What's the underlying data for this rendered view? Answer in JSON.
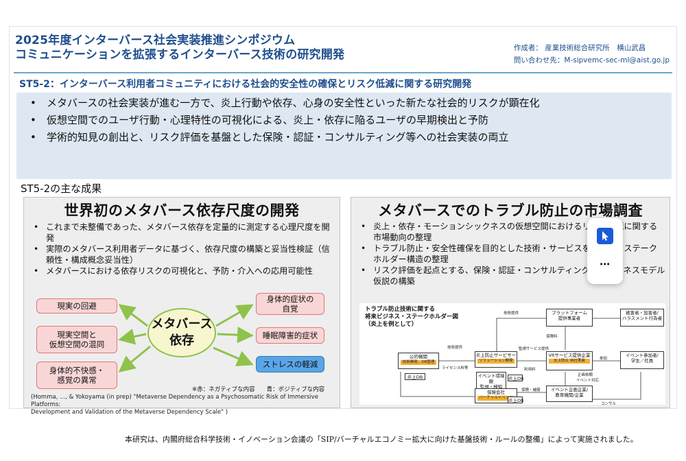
{
  "header": {
    "title_line1": "2025年度インターバース社会実装推進シンポジウム",
    "title_line2": "コミュニケーションを拡張するインターバース技術の研究開発",
    "author": "作成者： 産業技術総合研究所　横山武昌",
    "contact": "問い合わせ先：M-sipvemc-sec-ml@aist.go.jp"
  },
  "section": {
    "title": "ST5-2：インターバース利用者コミュニティにおける社会的安全性の確保とリスク低減に関する研究開発",
    "bullets": [
      "メタバースの社会実装が進む一方で、炎上行動や依存、心身の安全性といった新たな社会的リスクが顕在化",
      "仮想空間でのユーザ行動・心理特性の可視化による、炎上・依存に陥るユーザの早期検出と予防",
      "学術的知見の創出と、リスク評価を基盤とした保険・認証・コンサルティング等への社会実装の両立"
    ]
  },
  "results_heading": "ST5-2の主な成果",
  "left_panel": {
    "title": "世界初のメタバース依存尺度の開発",
    "bullets": [
      "これまで未整備であった、メタバース依存を定量的に測定する心理尺度を開発",
      "実際のメタバース利用者データに基づく、依存尺度の構築と妥当性検証（信頼性・構成概念妥当性）",
      "メタバースにおける依存リスクの可視化と、予防・介入への応用可能性"
    ],
    "center_line1": "メタバース",
    "center_line2": "依存",
    "nodes_left": [
      "現実の回避",
      "現実空間と\n仮想空間の混同",
      "身体的不快感・\n感覚の異常"
    ],
    "nodes_right": [
      "身体的症状の\n自覚",
      "睡眠障害的症状",
      "ストレスの軽減"
    ],
    "legend": "※赤：ネガティブな内容　　青：ポジティブな内容",
    "citation_line1": "(Homma, ..., & Yokoyama (in prep) \"Metaverse Dependency as a Psychosomatic Risk of Immersive Platforms:",
    "citation_line2": "Development and Validation of the Metaverse Dependency Scale\" )",
    "colors": {
      "negative_fill": "#f9d6d6",
      "positive_fill": "#5aa5e6",
      "center_fill": "#f7f6cf"
    }
  },
  "right_panel": {
    "title": "メタバースでのトラブル防止の市場調査",
    "bullets": [
      "炎上・依存・モーションシックネスの仮想空間におけるリスク課題に関する市場動向の整理",
      "トラブル防止・安全性確保を目的とした技術・サービスを軸とするステークホルダー構造の整理",
      "リスク評価を起点とする、保険・認証・コンサルティング等のビジネスモデル仮説の構築"
    ],
    "map_title_line1": "トラブル防止技術に関する",
    "map_title_line2": "将来ビジネス・ステークホルダー図",
    "map_title_line3": "（炎上を例として）",
    "nodes": {
      "platform": "プラットフォーム\n提供事業者",
      "victim": "被害者・加害者/\nハラスメント行為者",
      "public": "公的機関",
      "public_tag": "技術開発、DB管理",
      "service": "炎上防止サービサー",
      "service_tag": "ソリューション開発",
      "vr": "VRサービス提供企業",
      "vr_tag": "炎上防止 自社実装",
      "event_participant": "イベント参加者/\n学生／社員",
      "insurer": "保険会社",
      "insurer_tag": "バーチャルイベント",
      "event_planner": "イベント企画企業/\n教育機関/企業",
      "db1": "炎上DB",
      "db2": "炎上DB",
      "db3": "炎上DB",
      "event_solution": "イベント環境観\n監視・検知\nソリューション"
    },
    "labels": {
      "tech_provide": "技術提供",
      "tech_offer": "技術提供",
      "monitor_service": "監視サービス提供",
      "use_fee": "利用料",
      "license_fee": "ライセンス料等",
      "insurance_pay": "保険料",
      "referral": "参加",
      "event_offer": "イベント対応",
      "insurance_sale": "保険・補償",
      "planning": "企画依頼",
      "consult": "コンサル"
    }
  },
  "footer": "本研究は、内閣府総合科学技術・イノベーション会議の「SIP/バーチャルエコノミー拡大に向けた基盤技術・ルールの整備」によって実施されました。"
}
